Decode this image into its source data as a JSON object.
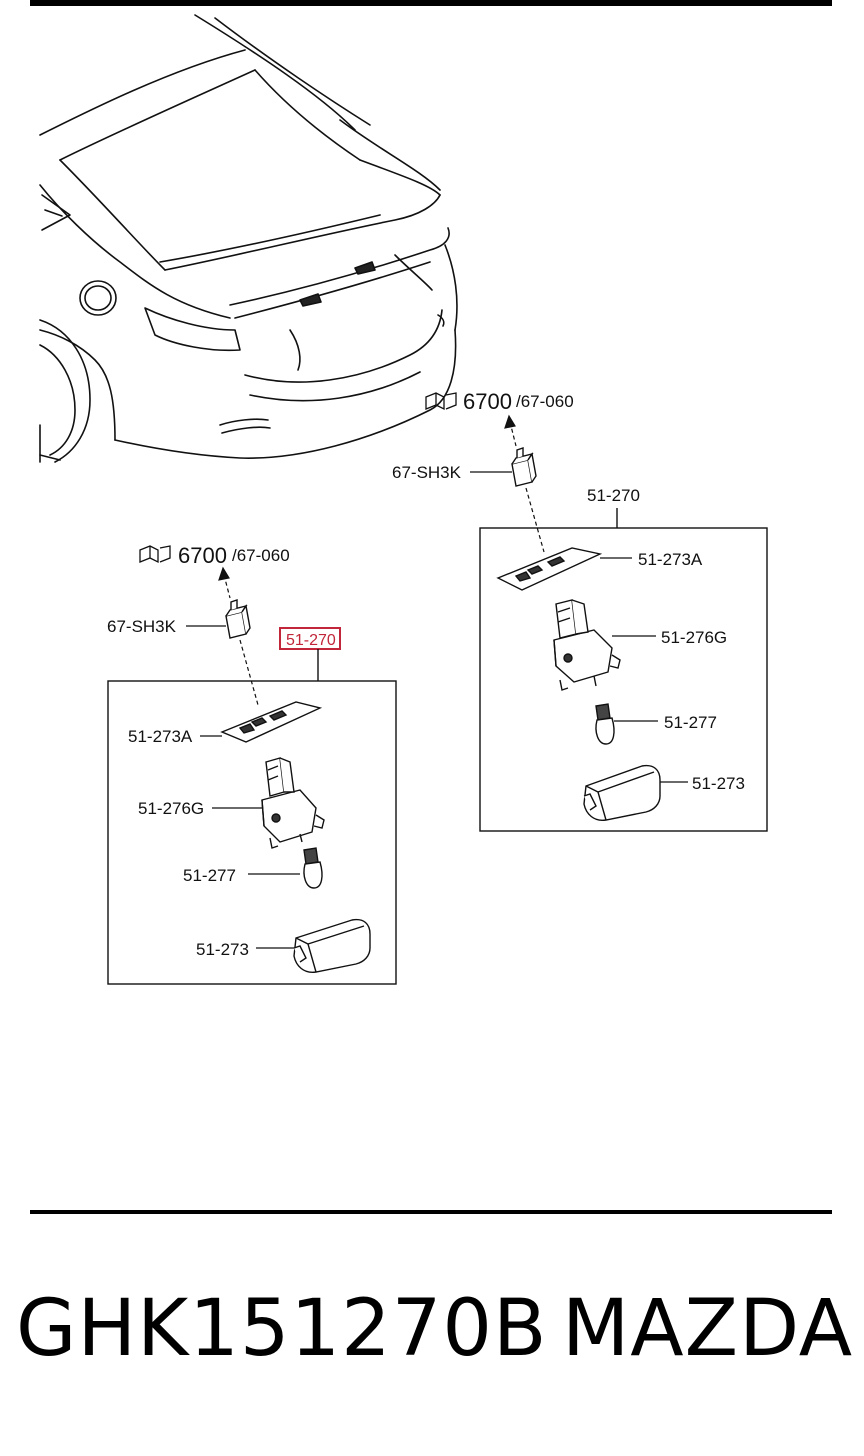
{
  "diagram": {
    "callouts_left": {
      "ref_main": "6700",
      "ref_sub": "/67-060",
      "clip": "67-SH3K",
      "assembly": "51-270",
      "bezel": "51-273A",
      "socket": "51-276G",
      "bulb": "51-277",
      "lens": "51-273"
    },
    "callouts_right": {
      "ref_main": "6700",
      "ref_sub": "/67-060",
      "clip": "67-SH3K",
      "assembly": "51-270",
      "bezel": "51-273A",
      "socket": "51-276G",
      "bulb": "51-277",
      "lens": "51-273"
    },
    "highlight_color": "#c2263a"
  },
  "footer": {
    "part_number": "GHK151270B",
    "brand": "MAZDA"
  }
}
